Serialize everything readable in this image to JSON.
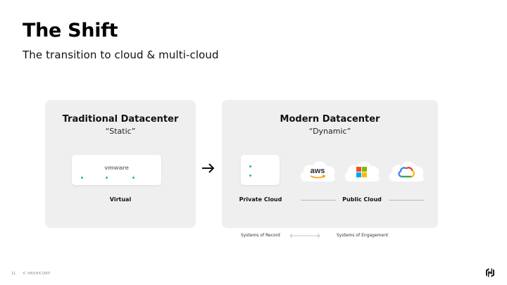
{
  "slide": {
    "title": "The Shift",
    "subtitle": "The transition to cloud & multi-cloud"
  },
  "left_panel": {
    "title": "Traditional Datacenter",
    "subtitle": "“Static”",
    "card_logo": "vmware",
    "label": "Virtual"
  },
  "right_panel": {
    "title": "Modern Datacenter",
    "subtitle": "“Dynamic”",
    "private_label": "Private Cloud",
    "public_label": "Public Cloud",
    "providers": [
      {
        "name": "aws",
        "icon": "aws-logo-icon"
      },
      {
        "name": "microsoft",
        "icon": "microsoft-logo-icon"
      },
      {
        "name": "google cloud",
        "icon": "google-cloud-logo-icon"
      }
    ]
  },
  "footer": {
    "systems_record": "Systems of Record",
    "systems_engagement": "Systems of Engagement",
    "page_number": "11",
    "copyright": "© HASHICORP"
  },
  "colors": {
    "panel_bg": "#efeff0",
    "dot_teal": "#2bb3a3",
    "aws_orange": "#ff9900",
    "ms_red": "#f25022",
    "ms_green": "#7fba00",
    "ms_blue": "#00a4ef",
    "ms_yellow": "#ffb900"
  }
}
